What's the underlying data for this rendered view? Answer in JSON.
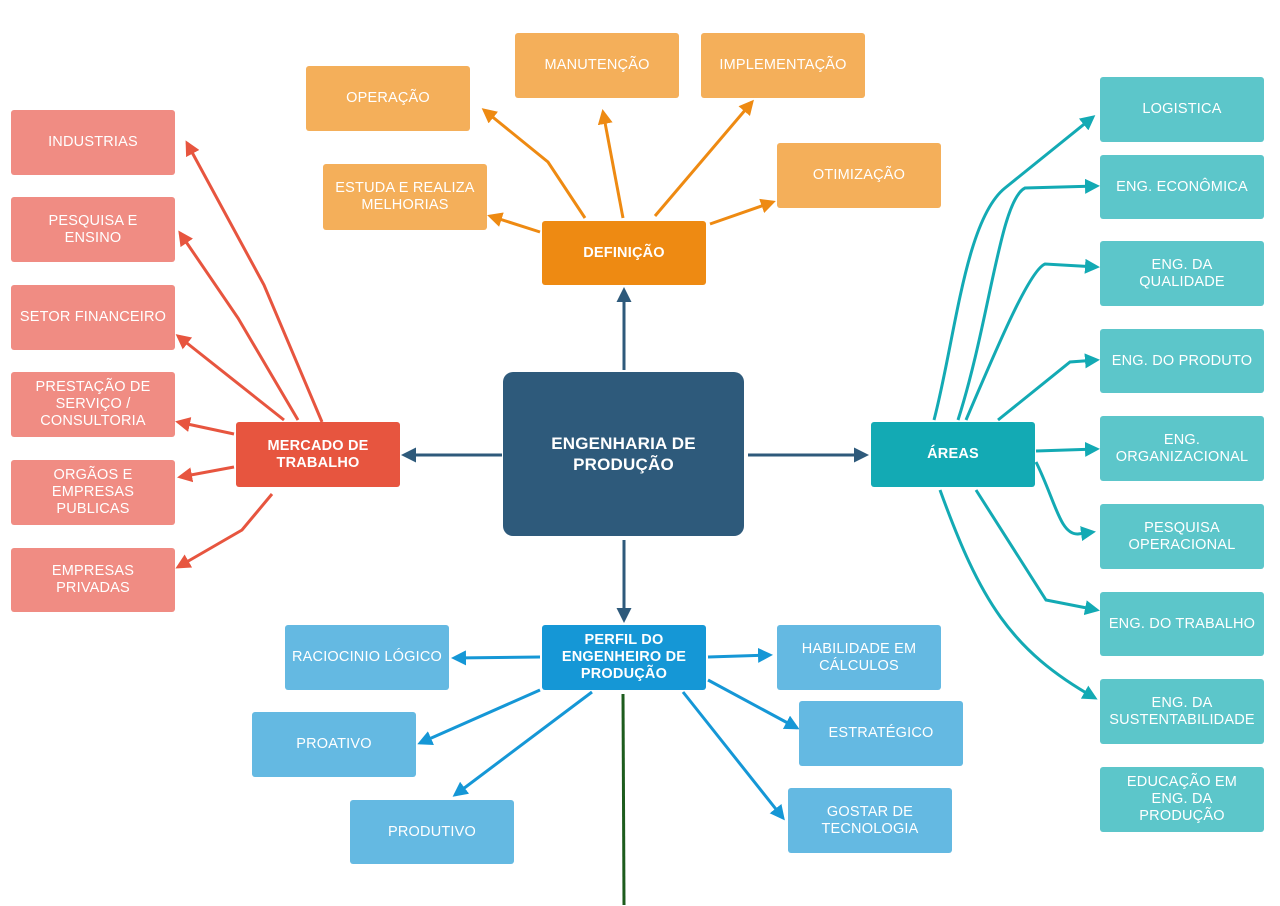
{
  "center": "ENGENHARIA DE\nPRODUÇÃO",
  "definicao": {
    "label": "DEFINIÇÃO",
    "items": [
      "OPERAÇÃO",
      "MANUTENÇÃO",
      "IMPLEMENTAÇÃO",
      "ESTUDA E REALIZA\nMELHORIAS",
      "OTIMIZAÇÃO"
    ]
  },
  "mercado": {
    "label": "MERCADO DE\nTRABALHO",
    "items": [
      "INDUSTRIAS",
      "PESQUISA E\nENSINO",
      "SETOR FINANCEIRO",
      "PRESTAÇÃO DE\nSERVIÇO /\nCONSULTORIA",
      "ORGÃOS E\nEMPRESAS\nPUBLICAS",
      "EMPRESAS\nPRIVADAS"
    ]
  },
  "areas": {
    "label": "ÁREAS",
    "items": [
      "LOGISTICA",
      "ENG. ECONÔMICA",
      "ENG. DA\nQUALIDADE",
      "ENG. DO PRODUTO",
      "ENG.\nORGANIZACIONAL",
      "PESQUISA\nOPERACIONAL",
      "ENG. DO TRABALHO",
      "ENG. DA\nSUSTENTABILIDADE",
      "EDUCAÇÃO EM\nENG. DA\nPRODUÇÃO"
    ]
  },
  "perfil": {
    "label": "PERFIL  DO\nENGENHEIRO DE\nPRODUÇÃO",
    "items": [
      "RACIOCINIO LÓGICO",
      "PROATIVO",
      "PRODUTIVO",
      "HABILIDADE EM\nCÁLCULOS",
      "ESTRATÉGICO",
      "GOSTAR DE\nTECNOLOGIA"
    ]
  },
  "colors": {
    "center": "#2e5a7b",
    "orange": "#ee8a12",
    "red": "#e7553f",
    "teal": "#13aab4",
    "blue": "#1597d6",
    "green_line": "#1d5c1d"
  }
}
